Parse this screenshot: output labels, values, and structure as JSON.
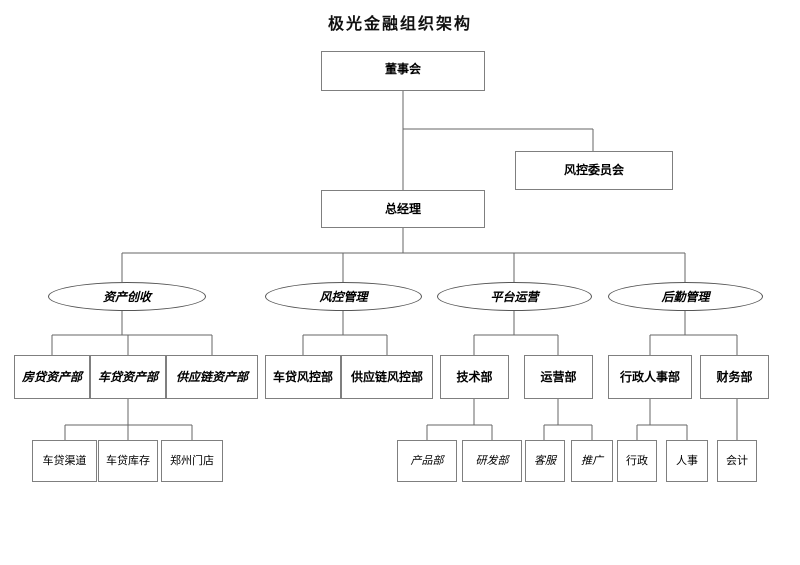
{
  "title": "极光金融组织架构",
  "colors": {
    "box_border": "#7f7f7f",
    "ellipse_border": "#555555",
    "line": "#666666",
    "text": "#000000",
    "background": "#ffffff"
  },
  "nodes": {
    "board": {
      "label": "董事会"
    },
    "risk_committee": {
      "label": "风控委员会"
    },
    "general_manager": {
      "label": "总经理"
    },
    "divisions": [
      {
        "label": "资产创收"
      },
      {
        "label": "风控管理"
      },
      {
        "label": "平台运营"
      },
      {
        "label": "后勤管理"
      }
    ],
    "departments": [
      {
        "label": "房贷资产部"
      },
      {
        "label": "车贷资产部"
      },
      {
        "label": "供应链资产部"
      },
      {
        "label": "车贷风控部"
      },
      {
        "label": "供应链风控部"
      },
      {
        "label": "技术部"
      },
      {
        "label": "运营部"
      },
      {
        "label": "行政人事部"
      },
      {
        "label": "财务部"
      }
    ],
    "subunits": [
      {
        "label": "车贷渠道"
      },
      {
        "label": "车贷库存"
      },
      {
        "label": "郑州门店"
      },
      {
        "label": "产品部"
      },
      {
        "label": "研发部"
      },
      {
        "label": "客服"
      },
      {
        "label": "推广"
      },
      {
        "label": "行政"
      },
      {
        "label": "人事"
      },
      {
        "label": "会计"
      }
    ]
  }
}
